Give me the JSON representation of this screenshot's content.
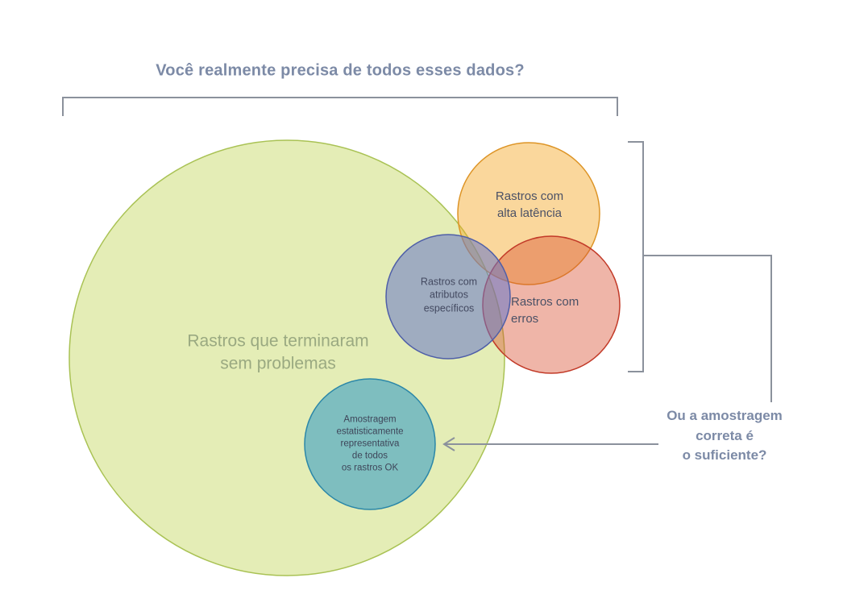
{
  "diagram": {
    "title": "Você realmente precisa de todos esses dados?",
    "question": "Ou a amostragem\ncorreta é\no suficiente?",
    "colors": {
      "heading_text": "#7c8aa6",
      "line": "#8b919c",
      "small_label_text": "#4b5166",
      "green_label_text": "#9aa981"
    },
    "circles": {
      "green": {
        "label": "Rastros que terminaram\nsem problemas",
        "fill": "#c3d75e",
        "stroke": "#a9c254"
      },
      "orange": {
        "label": "Rastros com\nalta latência",
        "fill": "#f5a623",
        "stroke": "#dd9426"
      },
      "red": {
        "label": "Rastros com\nerros",
        "fill": "#d94f30",
        "stroke": "#c23a28"
      },
      "blue": {
        "label": "Rastros com\natributos\nespecíficos",
        "fill": "#6677c9",
        "stroke": "#4f5fa8"
      },
      "teal": {
        "label": "Amostragem\nestatisticamente\nrepresentativa\nde todos\nos rastros OK",
        "fill": "#3b9fc4",
        "stroke": "#2b87a8"
      }
    }
  }
}
